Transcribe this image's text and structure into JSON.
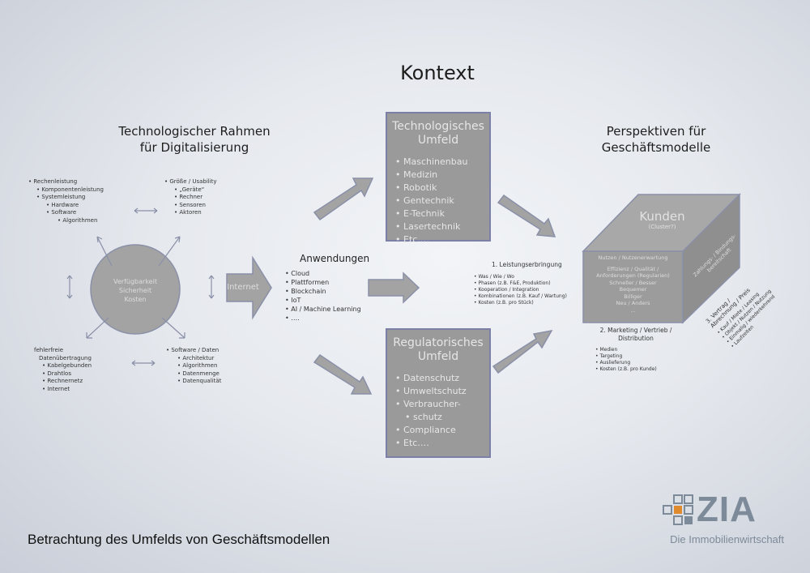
{
  "title": "Kontext",
  "left": {
    "title_line1": "Technologischer Rahmen",
    "title_line2": "für Digitalisierung",
    "center": [
      "Verfügbarkeit",
      "Sicherheit",
      "Kosten"
    ],
    "rechenleistung": {
      "label": "Rechenleistung",
      "items": [
        "Komponentenleistung",
        "Systemleistung"
      ],
      "sub": [
        "Hardware",
        "Software"
      ],
      "subsub": [
        "Algorithmen"
      ]
    },
    "groesse": {
      "label": "Größe / Usability",
      "items": [
        "„Geräte“",
        "Rechner",
        "Sensoren",
        "Aktoren"
      ]
    },
    "daten": {
      "label_line1": "fehlerfreie",
      "label_line2": "Datenübertragung",
      "items": [
        "Kabelgebunden",
        "Drahtlos",
        "Rechnernetz",
        "Internet"
      ]
    },
    "software": {
      "label": "Software / Daten",
      "items": [
        "Architektur",
        "Algorithmen",
        "Datenmenge",
        "Datenqualität"
      ]
    },
    "internet": "Internet"
  },
  "anwendungen": {
    "title": "Anwendungen",
    "items": [
      "Cloud",
      "Plattformen",
      "Blockchain",
      "IoT",
      "AI / Machine Learning",
      "…."
    ]
  },
  "tech_umfeld": {
    "title_line1": "Technologisches",
    "title_line2": "Umfeld",
    "items": [
      "Maschinenbau",
      "Medizin",
      "Robotik",
      "Gentechnik",
      "E-Technik",
      "Lasertechnik",
      "Etc…."
    ]
  },
  "reg_umfeld": {
    "title_line1": "Regulatorisches",
    "title_line2": "Umfeld",
    "items": [
      "Datenschutz",
      "Umweltschutz",
      "Verbraucher-",
      "schutz",
      "Compliance",
      "Etc…."
    ]
  },
  "right": {
    "title_line1": "Perspektiven für",
    "title_line2": "Geschäftsmodelle",
    "kunden": "Kunden",
    "cluster": "(Cluster?)",
    "front_title": "Nutzen / Nutzenerwartung",
    "front_items": [
      "Effizienz / Qualität /",
      "Anforderungen (Regularien)",
      "Schneller / Besser",
      "Bequemer",
      "Billiger",
      "Neu / Anders",
      "…"
    ],
    "side": "Zahlungs- / Bindungs-bereitschaft",
    "leistung": {
      "title": "1. Leistungserbringung",
      "items": [
        "Was / Wie / Wo",
        "Phasen (z.B. F&E, Produktion)",
        "Kooperation / Integration",
        "Kombinationen (z.B. Kauf / Wartung)",
        "Kosten (z.B. pro Stück)"
      ]
    },
    "marketing": {
      "title_line1": "2. Marketing / Vertrieb /",
      "title_line2": "Distribution",
      "items": [
        "Medien",
        "Targeting",
        "Auslieferung",
        "Kosten (z.B. pro Kunde)"
      ]
    },
    "vertrag": {
      "title_line1": "3. Vertrag /",
      "title_line2": "Abrechnung / Preis",
      "items": [
        "Kauf / Miete / Leasing",
        "Objekt / Nutzen / Nutzung",
        "Einmalig / wiederkehrend",
        "Laufzeiten"
      ]
    }
  },
  "footer": {
    "caption": "Betrachtung des Umfelds von Geschäftsmodellen",
    "logo_text": "ZIA",
    "logo_sub": "Die Immobilienwirtschaft"
  },
  "colors": {
    "shape": "#9a9a9a",
    "border": "#7c7fa6",
    "logo": "#7d8a99",
    "logo_orange": "#e08a2e"
  }
}
